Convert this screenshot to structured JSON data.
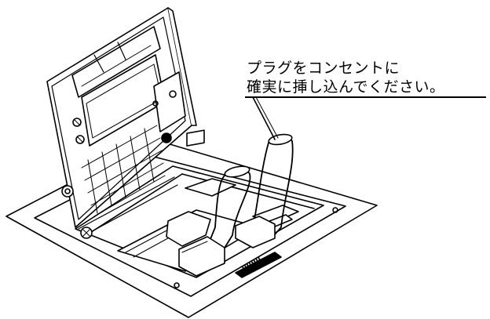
{
  "annotation": {
    "line1": "プラグをコンセントに",
    "line2": "確実に挿し込んでください。"
  },
  "nameplate": {
    "text": "IIIIIIII"
  }
}
